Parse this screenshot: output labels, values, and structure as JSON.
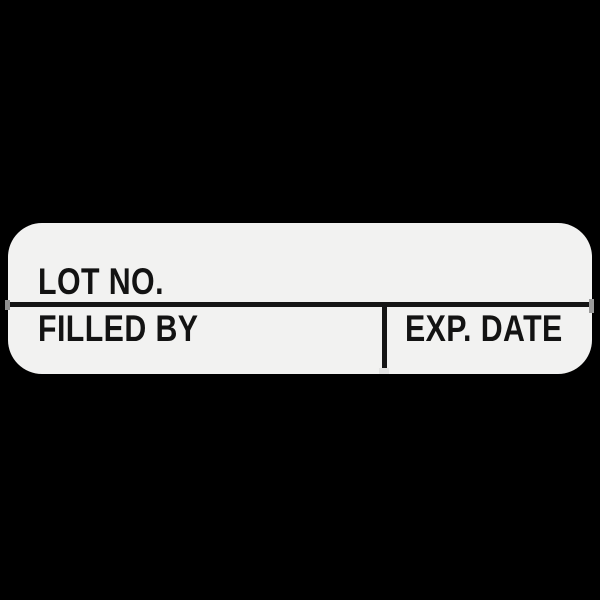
{
  "scene": {
    "background_color": "#000000"
  },
  "sticker": {
    "background_color": "#f2f2f1",
    "line_color": "#151515",
    "text_color": "#131313",
    "fields": {
      "lot_no": "LOT NO.",
      "filled_by": "FILLED BY",
      "exp_date": "EXP. DATE"
    }
  }
}
